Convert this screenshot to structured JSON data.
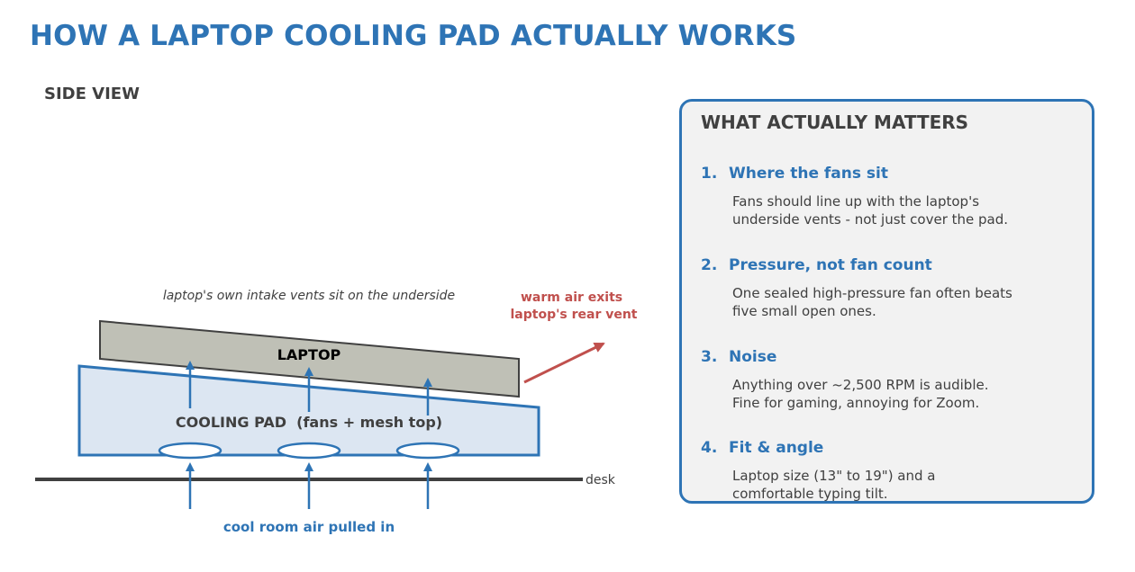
{
  "title": "HOW A LAPTOP COOLING PAD ACTUALLY WORKS",
  "subtitle": "SIDE VIEW",
  "diagram": {
    "intake_note": "laptop's own intake vents sit on the underside",
    "laptop_label": "LAPTOP",
    "pad_label": "COOLING PAD  (fans + mesh top)",
    "desk_label": "desk",
    "warm_air_line1": "warm air exits",
    "warm_air_line2": "laptop's rear vent",
    "cool_air_label": "cool room air pulled in",
    "colors": {
      "blue": "#2e74b5",
      "red": "#c0504d",
      "laptop_fill": "#bfc0b6",
      "pad_fill": "#dce6f2",
      "dark": "#404040"
    }
  },
  "panel": {
    "title": "WHAT ACTUALLY MATTERS",
    "items": [
      {
        "number": "1.",
        "heading": "Where the fans sit",
        "line1": "Fans should line up with the laptop's",
        "line2": "underside vents - not just cover the pad."
      },
      {
        "number": "2.",
        "heading": "Pressure, not fan count",
        "line1": "One sealed high-pressure fan often beats",
        "line2": "five small open ones."
      },
      {
        "number": "3.",
        "heading": "Noise",
        "line1": "Anything over ~2,500 RPM is audible.",
        "line2": "Fine for gaming, annoying for Zoom."
      },
      {
        "number": "4.",
        "heading": "Fit & angle",
        "line1": "Laptop size (13\" to 19\") and a",
        "line2": "comfortable typing tilt."
      }
    ]
  }
}
